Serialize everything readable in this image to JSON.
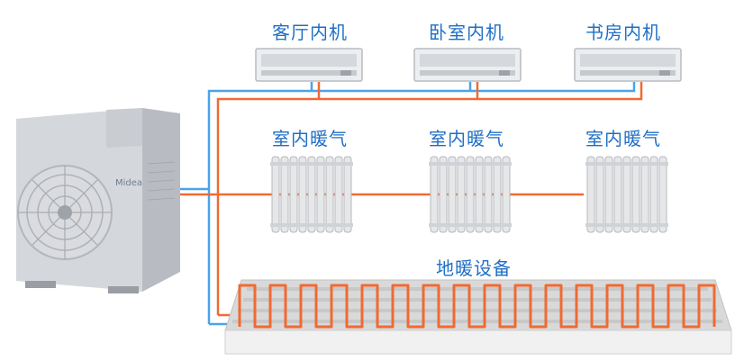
{
  "labels": {
    "living_room_unit": "客厅内机",
    "bedroom_unit": "卧室内机",
    "study_unit": "书房内机",
    "radiator_1": "室内暖气",
    "radiator_2": "室内暖气",
    "radiator_3": "室内暖气",
    "floor_heating": "地暖设备"
  },
  "brand": {
    "logo_text": "Midea"
  },
  "colors": {
    "label": "#1f6fc6",
    "pipe_supply": "#f06a33",
    "pipe_return": "#4aa3ea",
    "floor_pipe": "#f06a33"
  },
  "icons": {
    "outdoor_unit": "heat-pump-outdoor-unit-icon",
    "indoor_unit": "ducted-indoor-unit-icon",
    "radiator": "column-radiator-icon",
    "floor": "underfloor-heating-panel-icon"
  }
}
